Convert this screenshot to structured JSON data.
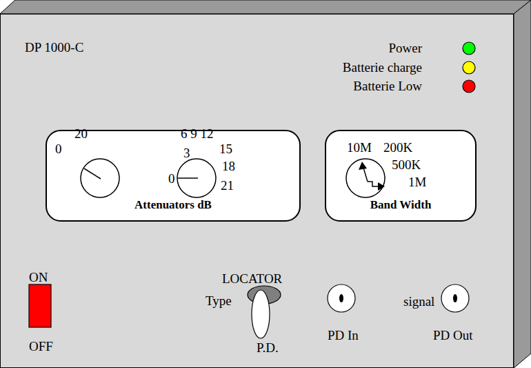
{
  "diagram": {
    "nodes": [
      {
        "text": [
          "DP 1000-C"
        ]
      },
      {
        "text": [
          "Attenuators dB"
        ],
        "in": 0
      },
      {
        "text": [
          "Band Width"
        ],
        "in": 0
      }
    ],
    "labels": [
      "Power",
      "Batterie charge",
      "Batterie Low",
      "20",
      "0",
      "6 9 12",
      "3",
      "0",
      "15",
      "18",
      "21",
      "10M",
      "200K",
      "500K",
      "1M",
      "ON",
      "OFF",
      "LOCATOR",
      "Type",
      "P.D.",
      "PD In",
      "signal",
      "PD Out"
    ]
  }
}
